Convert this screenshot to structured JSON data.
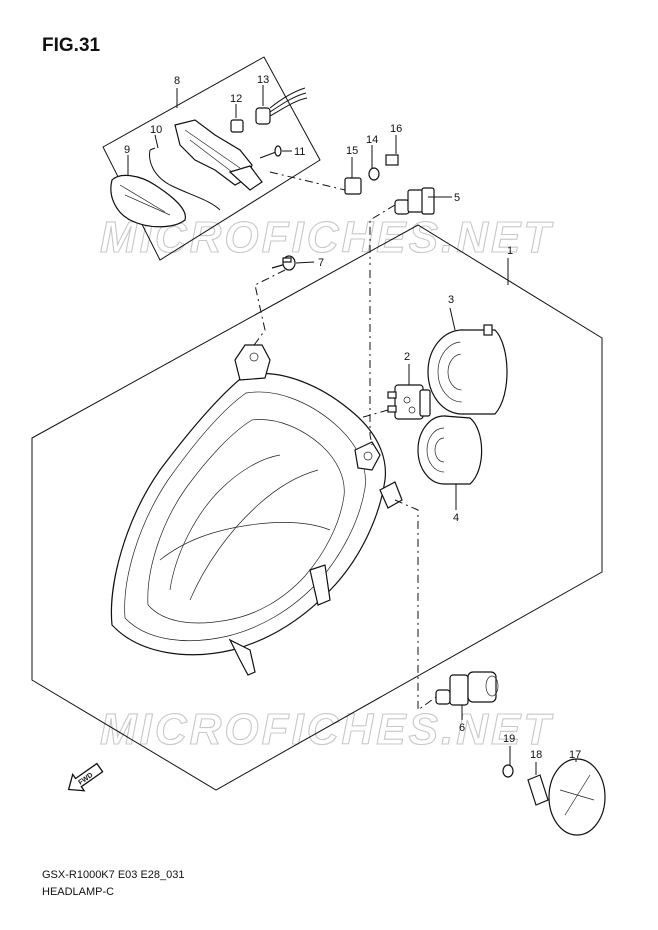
{
  "figure": {
    "title": "FIG.31"
  },
  "watermark": "MICROFICHES.NET",
  "callouts": [
    "1",
    "2",
    "3",
    "4",
    "5",
    "6",
    "7",
    "8",
    "9",
    "10",
    "11",
    "12",
    "13",
    "14",
    "15",
    "16",
    "17",
    "18",
    "19"
  ],
  "footer": {
    "model": "GSX-R1000K7 E03 E28_031",
    "section": "HEADLAMP-C"
  },
  "direction": {
    "label": "FWD",
    "icon": "forward-arrow-icon"
  }
}
